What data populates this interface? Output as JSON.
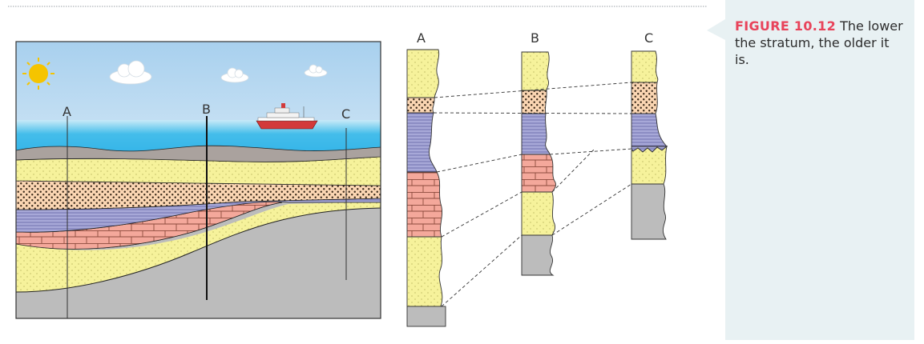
{
  "caption": {
    "figure_label": "FIGURE 10.12",
    "text": " The lower the stratum, the older it is."
  },
  "cross_section": {
    "well_labels": [
      "A",
      "B",
      "C"
    ]
  },
  "columns": {
    "labels": [
      "A",
      "B",
      "C"
    ]
  },
  "colors": {
    "sky_top": "#a9d2ee",
    "sea": "#4fc1ea",
    "grey_layer": "#aaa29e",
    "sandstone": "#f6f29b",
    "conglomerate": "#fbd6b3",
    "shale": "#a7a8d8",
    "limestone": "#f4a89b",
    "bedrock": "#bcbcbc",
    "sun": "#f5c400",
    "caption_accent": "#e8435a",
    "caption_panel": "#e8f1f3"
  }
}
